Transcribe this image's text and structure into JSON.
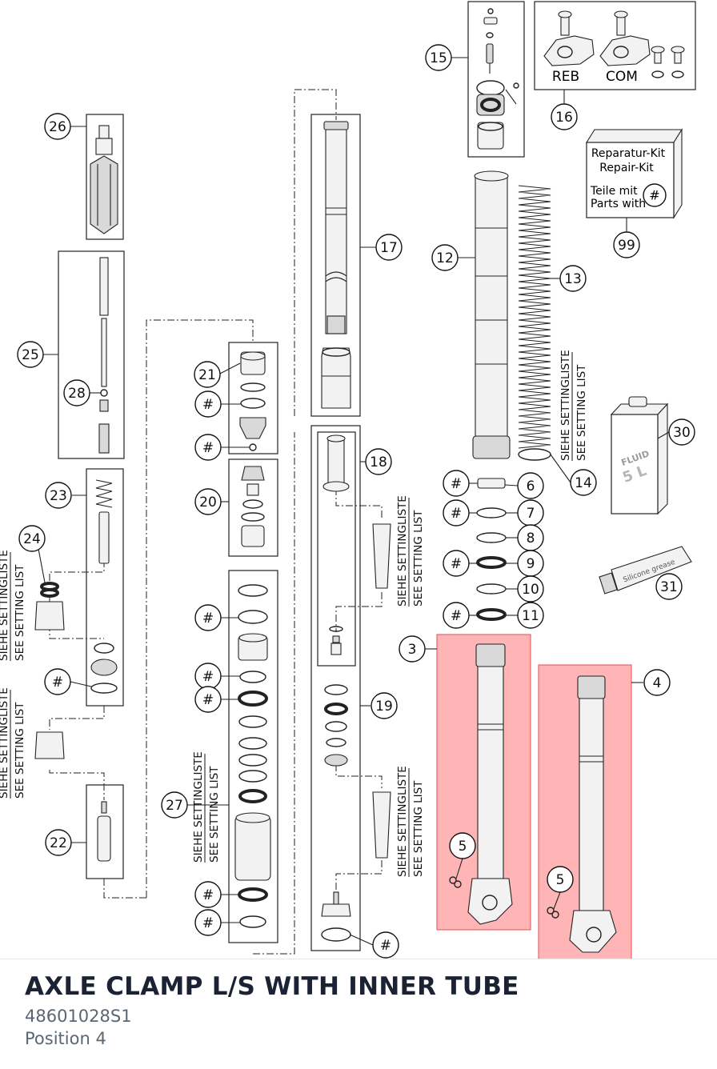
{
  "diagram": {
    "callouts": [
      {
        "id": "c15",
        "label": "15"
      },
      {
        "id": "c16",
        "label": "16"
      },
      {
        "id": "c26",
        "label": "26"
      },
      {
        "id": "c17",
        "label": "17"
      },
      {
        "id": "c12",
        "label": "12"
      },
      {
        "id": "c13",
        "label": "13"
      },
      {
        "id": "c99",
        "label": "99"
      },
      {
        "id": "c25",
        "label": "25"
      },
      {
        "id": "c28",
        "label": "28"
      },
      {
        "id": "c21",
        "label": "21"
      },
      {
        "id": "ch1",
        "label": "#"
      },
      {
        "id": "ch2",
        "label": "#"
      },
      {
        "id": "c30",
        "label": "30"
      },
      {
        "id": "c18",
        "label": "18"
      },
      {
        "id": "c23",
        "label": "23"
      },
      {
        "id": "c20",
        "label": "20"
      },
      {
        "id": "c14",
        "label": "14"
      },
      {
        "id": "ch3",
        "label": "#"
      },
      {
        "id": "c6",
        "label": "6"
      },
      {
        "id": "ch4",
        "label": "#"
      },
      {
        "id": "c7",
        "label": "7"
      },
      {
        "id": "c24",
        "label": "24"
      },
      {
        "id": "c8",
        "label": "8"
      },
      {
        "id": "ch5",
        "label": "#"
      },
      {
        "id": "c9",
        "label": "9"
      },
      {
        "id": "c31",
        "label": "31"
      },
      {
        "id": "c10",
        "label": "10"
      },
      {
        "id": "ch6",
        "label": "#"
      },
      {
        "id": "ch7",
        "label": "#"
      },
      {
        "id": "c11",
        "label": "11"
      },
      {
        "id": "c3",
        "label": "3"
      },
      {
        "id": "ch8",
        "label": "#"
      },
      {
        "id": "ch9",
        "label": "#"
      },
      {
        "id": "c4",
        "label": "4"
      },
      {
        "id": "ch10",
        "label": "#"
      },
      {
        "id": "c19",
        "label": "19"
      },
      {
        "id": "c27",
        "label": "27"
      },
      {
        "id": "c22",
        "label": "22"
      },
      {
        "id": "c5a",
        "label": "5"
      },
      {
        "id": "c5b",
        "label": "5"
      },
      {
        "id": "ch11",
        "label": "#"
      },
      {
        "id": "ch12",
        "label": "#"
      },
      {
        "id": "ch13",
        "label": "#"
      }
    ],
    "adjuster_labels": {
      "reb": "REB",
      "com": "COM"
    },
    "repair_kit": {
      "line1": "Reparatur-Kit",
      "line2": "Repair-Kit",
      "line3": "Teile mit",
      "line4": "Parts with",
      "badge": "#"
    },
    "setting_note": {
      "de": "SIEHE SETTINGLISTE",
      "en": "SEE SETTING LIST"
    },
    "fluid_can": {
      "brand": "FLUID",
      "volume": "5 L"
    },
    "grease_tube": {
      "text": "Silicone grease"
    },
    "highlight_color": "#ff6b6b"
  },
  "footer": {
    "title": "AXLE CLAMP L/S WITH INNER TUBE",
    "part_number": "48601028S1",
    "position": "Position 4"
  }
}
